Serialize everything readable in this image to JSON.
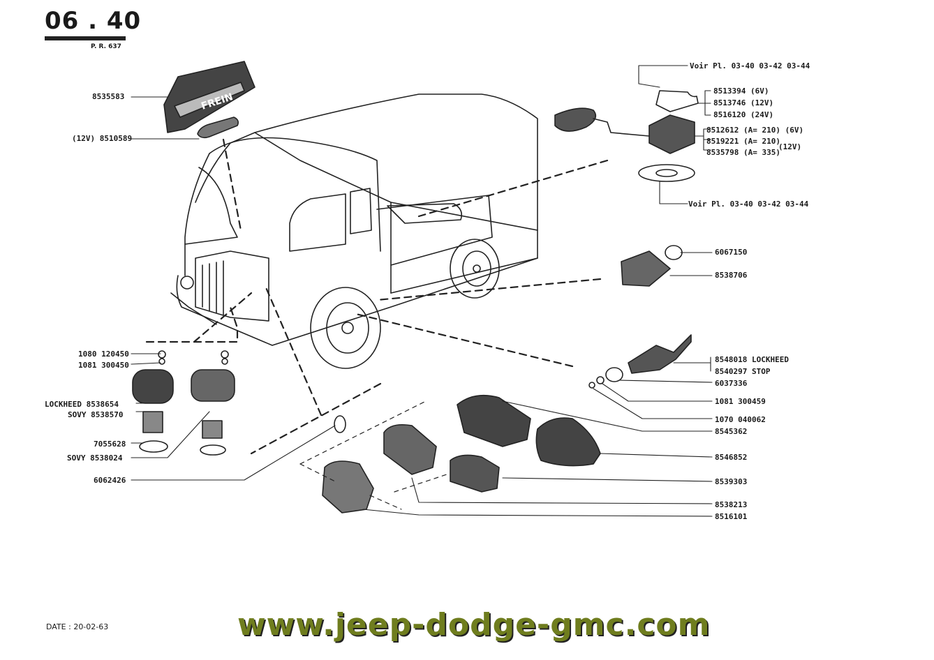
{
  "header": {
    "number": "06 . 40",
    "ref": "P. R. 637"
  },
  "labels": {
    "lamp": "8535583",
    "bulb": "(12V) 8510589",
    "voir_top": "Voir Pl. 03-40  03-42  03-44",
    "sw6v": "8513394 (6V)",
    "sw12v": "8513746 (12V)",
    "sw24v": "8516120 (24V)",
    "r6v": "8512612 (A= 210) (6V)",
    "r12a": "8519221 (A= 210)",
    "r12b": "8535798 (A= 335)",
    "r12tag": "(12V)",
    "voir_bot": "Voir Pl. 03-40  03-42  03-44",
    "p6067150": "6067150",
    "p8538706": "8538706",
    "p8548018": "8548018 LOCKHEED",
    "p8540297": "8540297 STOP",
    "p6037336": "6037336",
    "p1081b": "1081 300459",
    "p1070": "1070 040062",
    "p8545362": "8545362",
    "p8546852": "8546852",
    "p8539303": "8539303",
    "p8538213": "8538213",
    "p8516101": "8516101",
    "p1080": "1080 120450",
    "p1081": "1081 300450",
    "lock8538654": "LOCKHEED 8538654",
    "sovy8538570": "SOVY 8538570",
    "p7055628": "7055628",
    "sovy8538024": "SOVY 8538024",
    "p6062426": "6062426"
  },
  "date": "DATE : 20-02-63",
  "watermark": "www.jeep-dodge-gmc.com",
  "lamp_text": "FREIN"
}
